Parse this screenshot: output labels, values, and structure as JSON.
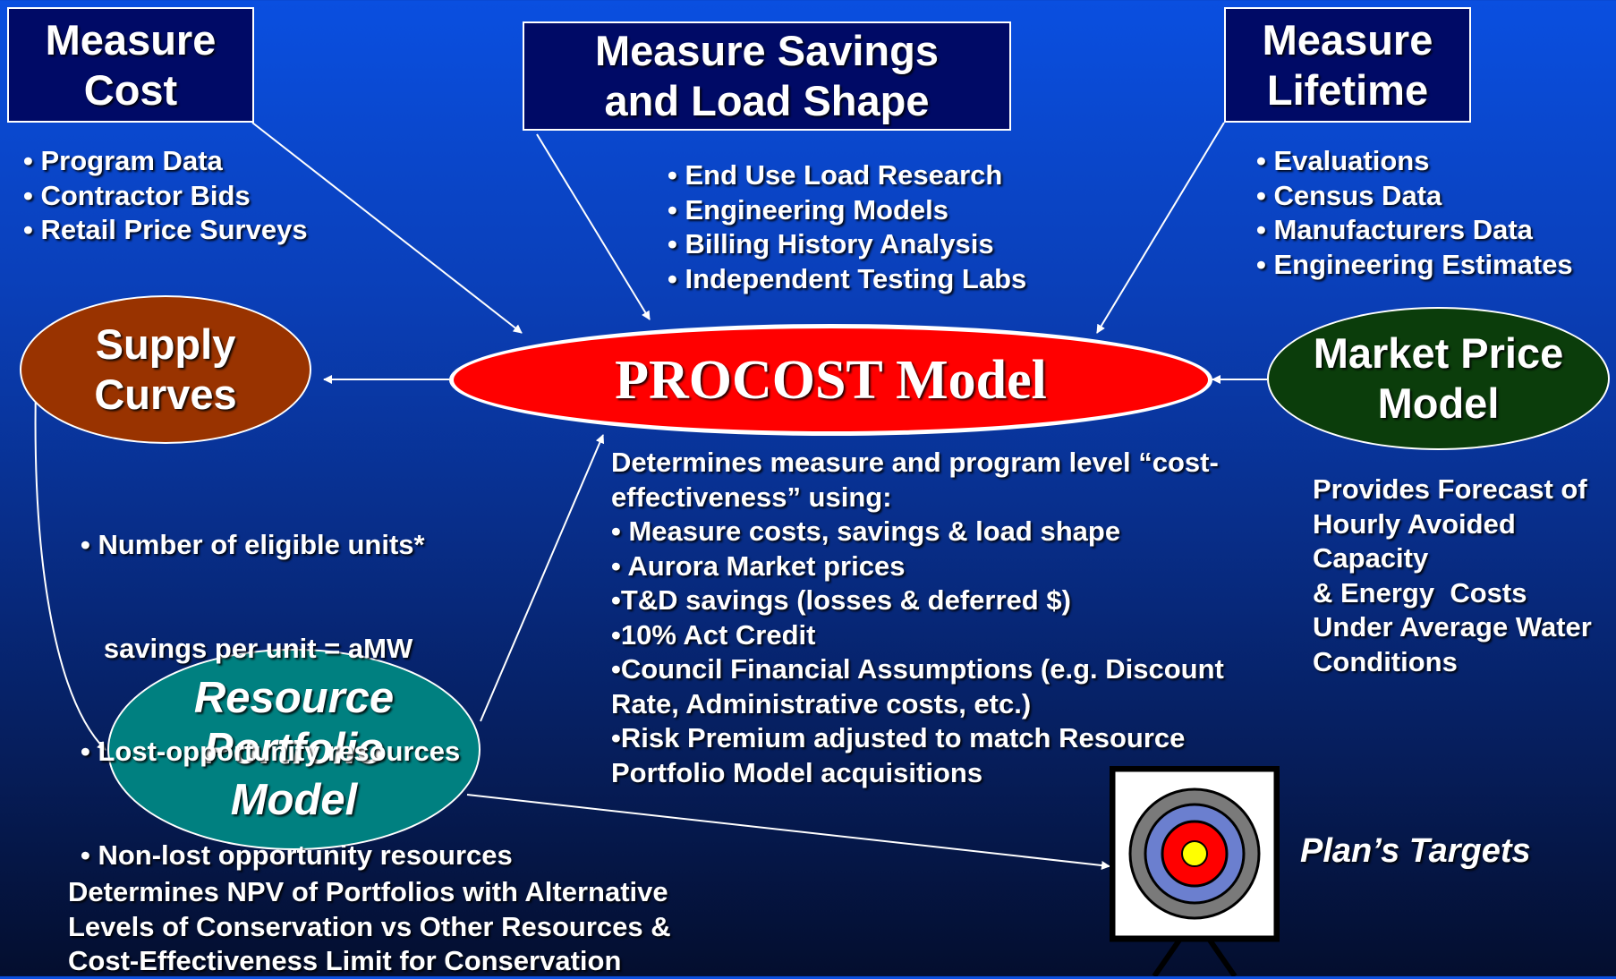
{
  "boxes": {
    "measure_cost": [
      "Measure",
      "Cost"
    ],
    "measure_savings": [
      "Measure Savings",
      "and Load Shape"
    ],
    "measure_lifetime": [
      "Measure",
      "Lifetime"
    ]
  },
  "lists": {
    "cost": [
      "• Program Data",
      "• Contractor Bids",
      "• Retail Price Surveys"
    ],
    "savings": [
      "• End Use Load Research",
      "• Engineering Models",
      "• Billing History Analysis",
      "• Independent Testing Labs"
    ],
    "lifetime": [
      "• Evaluations",
      "• Census Data",
      "• Manufacturers Data",
      "• Engineering Estimates"
    ],
    "supply": [
      "• Number of eligible units*",
      "   savings per unit = aMW",
      "• Lost-opportunity resources",
      "• Non-lost opportunity resources"
    ]
  },
  "ellipses": {
    "supply_curves": [
      "Supply",
      "Curves"
    ],
    "procost": "PROCOST Model",
    "market_price": [
      "Market Price",
      "Model"
    ],
    "resource_portfolio": [
      "Resource",
      "Portfolio",
      "Model"
    ]
  },
  "procost_text": [
    "Determines measure and program level “cost-",
    "effectiveness” using:",
    "• Measure costs, savings & load shape",
    "• Aurora Market prices",
    "•T&D savings (losses & deferred $)",
    "•10% Act Credit",
    "•Council Financial Assumptions (e.g. Discount",
    "Rate, Administrative costs, etc.)",
    "•Risk Premium adjusted to match Resource",
    "Portfolio Model acquisitions"
  ],
  "market_text": [
    "Provides Forecast of",
    "Hourly Avoided",
    "Capacity",
    "& Energy  Costs",
    "Under Average Water",
    "Conditions"
  ],
  "npv_text": [
    "Determines NPV of Portfolios with Alternative",
    "Levels of Conservation vs Other Resources &",
    "Cost-Effectiveness Limit for Conservation"
  ],
  "target_label": "Plan’s Targets",
  "colors": {
    "box_fill": "#000a66",
    "procost_fill": "#ff0000",
    "supply_fill": "#993300",
    "market_fill": "#0b3d0b",
    "portfolio_fill": "#008080",
    "target_outer": "#7a7a7a",
    "target_blue": "#6b7fcf",
    "target_red": "#ff0000",
    "target_center": "#ffff00"
  }
}
